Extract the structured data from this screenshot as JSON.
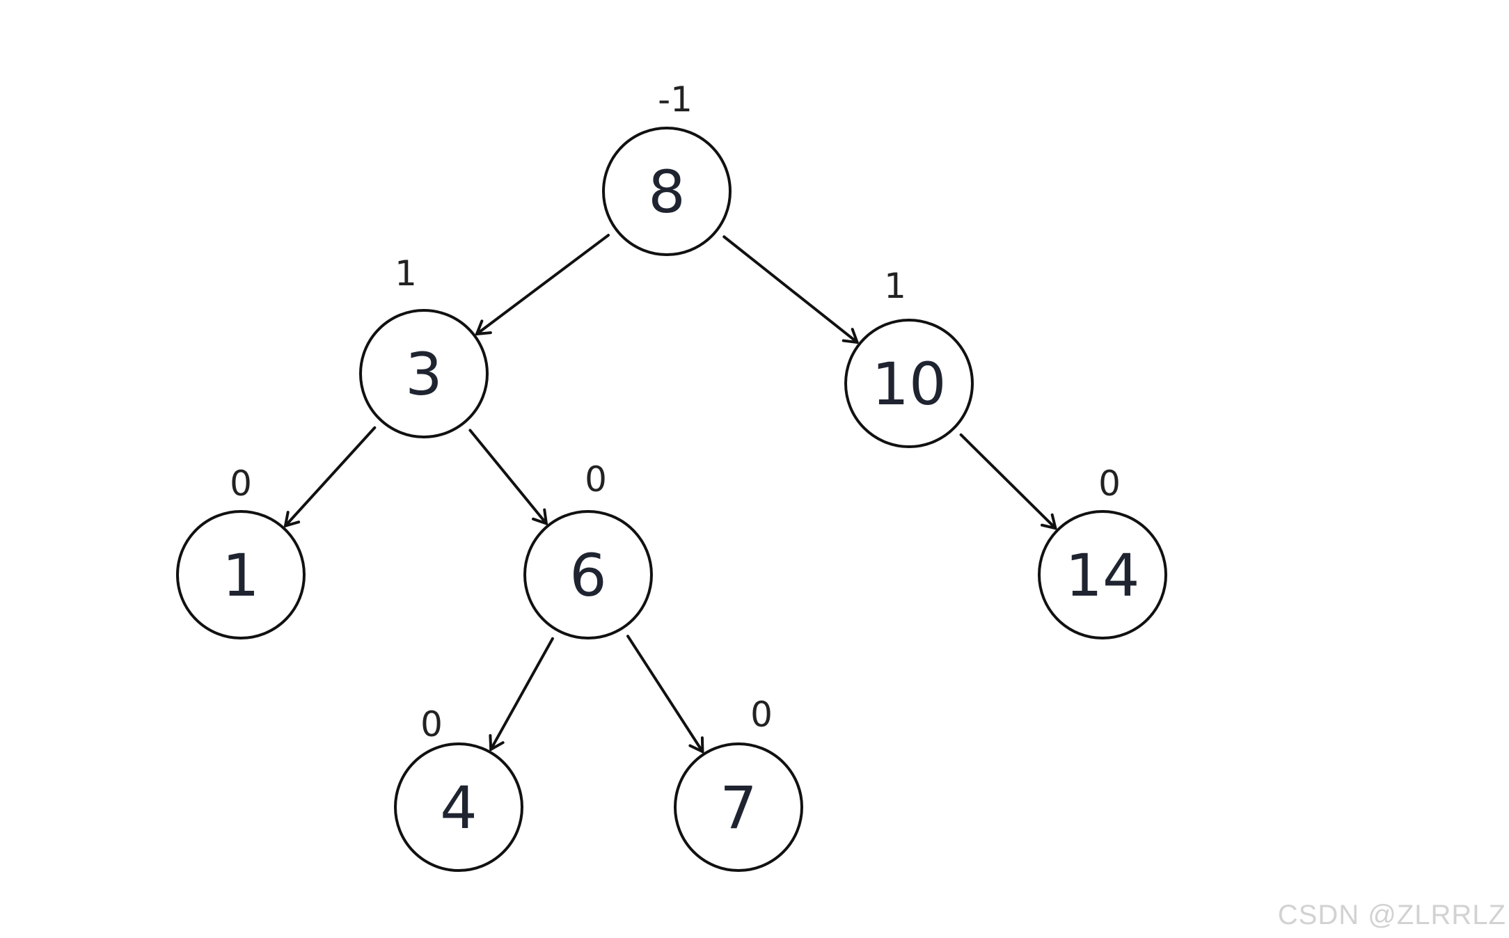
{
  "tree": {
    "nodes": [
      {
        "id": "n8",
        "value": "8",
        "balance": "-1"
      },
      {
        "id": "n3",
        "value": "3",
        "balance": "1"
      },
      {
        "id": "n10",
        "value": "10",
        "balance": "1"
      },
      {
        "id": "n1",
        "value": "1",
        "balance": "0"
      },
      {
        "id": "n6",
        "value": "6",
        "balance": "0"
      },
      {
        "id": "n14",
        "value": "14",
        "balance": "0"
      },
      {
        "id": "n4",
        "value": "4",
        "balance": "0"
      },
      {
        "id": "n7",
        "value": "7",
        "balance": "0"
      }
    ],
    "edges": [
      {
        "from": "n8",
        "to": "n3"
      },
      {
        "from": "n8",
        "to": "n10"
      },
      {
        "from": "n3",
        "to": "n1"
      },
      {
        "from": "n3",
        "to": "n6"
      },
      {
        "from": "n10",
        "to": "n14"
      },
      {
        "from": "n6",
        "to": "n4"
      },
      {
        "from": "n6",
        "to": "n7"
      }
    ]
  },
  "watermark": "CSDN @ZLRRLZ",
  "colors": {
    "stroke": "#111111",
    "text": "#1f2430",
    "watermark": "#d2d2d2"
  }
}
